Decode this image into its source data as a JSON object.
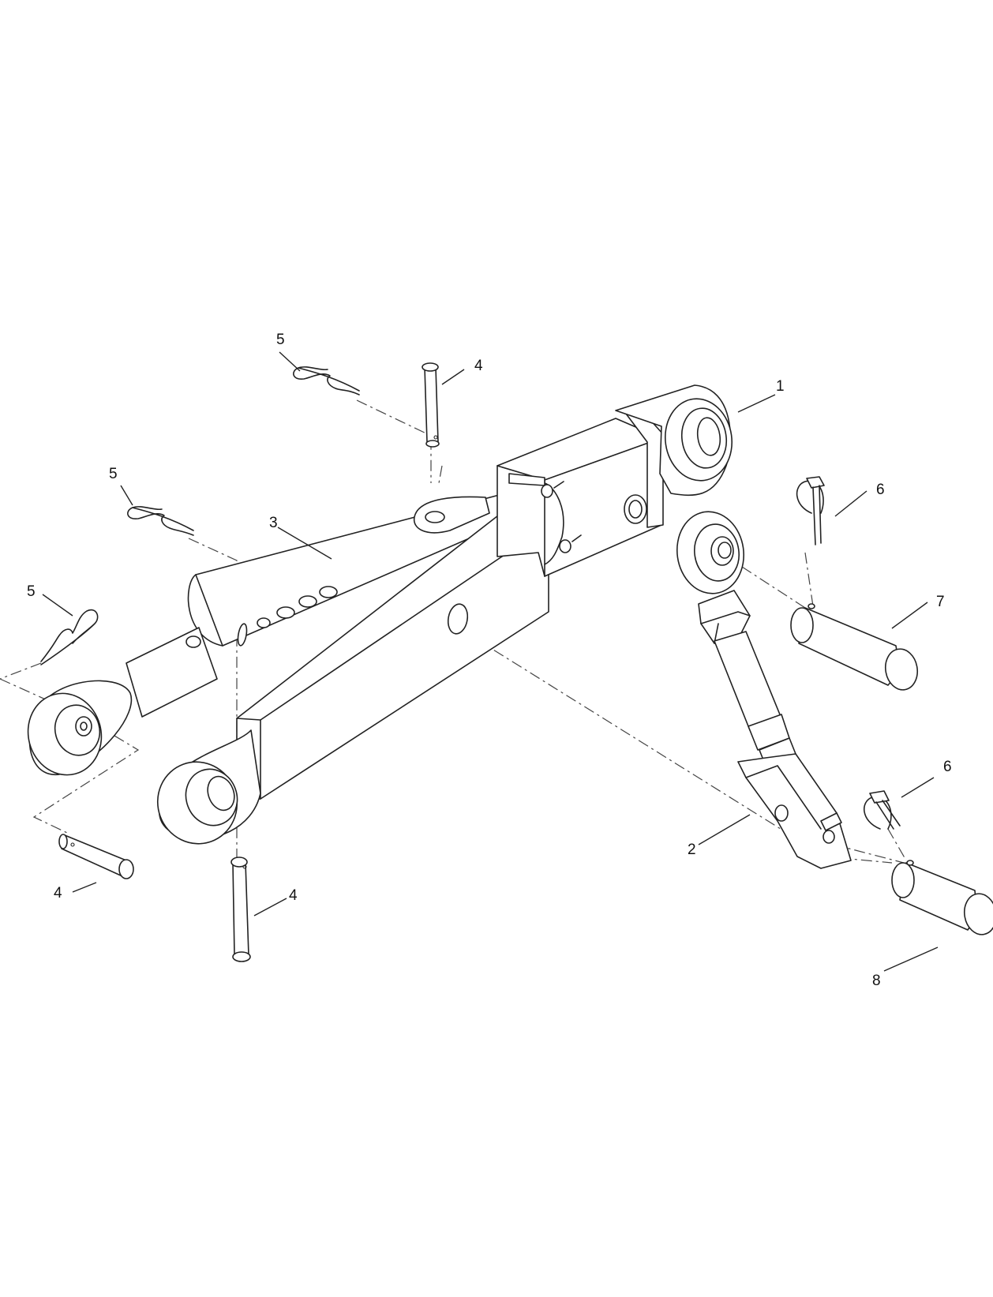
{
  "callouts": {
    "c1": "1",
    "c2": "2",
    "c3": "3",
    "c4a": "4",
    "c4b": "4",
    "c4c": "4",
    "c5a": "5",
    "c5b": "5",
    "c5c": "5",
    "c6a": "6",
    "c6b": "6",
    "c7": "7",
    "c8": "8"
  }
}
